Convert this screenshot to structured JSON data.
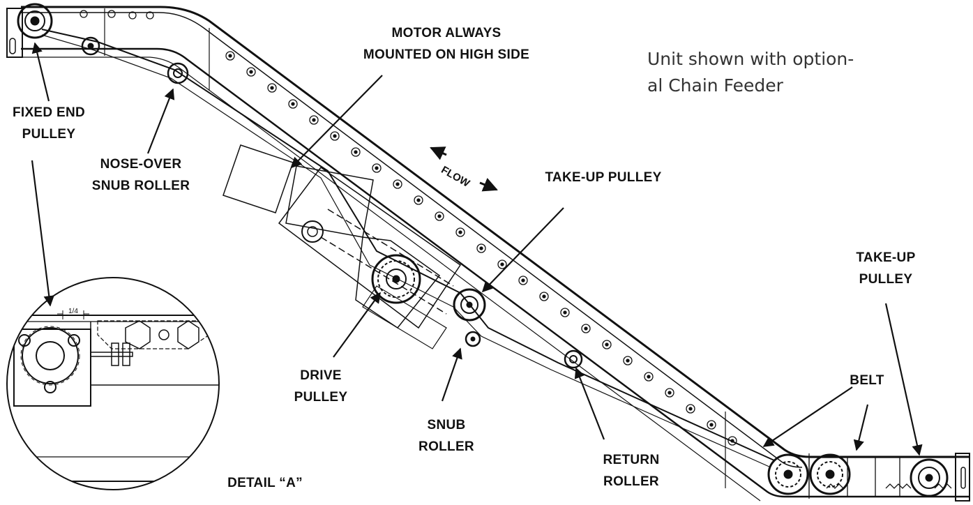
{
  "labels": {
    "motor_line1": "MOTOR ALWAYS",
    "motor_line2": "MOUNTED ON HIGH SIDE",
    "fixed_end_line1": "FIXED END",
    "fixed_end_line2": "PULLEY",
    "nose_over_line1": "NOSE-OVER",
    "nose_over_line2": "SNUB ROLLER",
    "take_up_mid": "TAKE-UP PULLEY",
    "take_up_right_line1": "TAKE-UP",
    "take_up_right_line2": "PULLEY",
    "drive_line1": "DRIVE",
    "drive_line2": "PULLEY",
    "snub_line1": "SNUB",
    "snub_line2": "ROLLER",
    "return_line1": "RETURN",
    "return_line2": "ROLLER",
    "belt": "BELT",
    "detail": "DETAIL “A”",
    "flow": "FLOW",
    "dimension": "1/4"
  },
  "note": {
    "line1": "Unit shown with option-",
    "line2": "al Chain Feeder"
  },
  "colors": {
    "line": "#111111",
    "note_text": "#333333",
    "background": "#ffffff"
  }
}
